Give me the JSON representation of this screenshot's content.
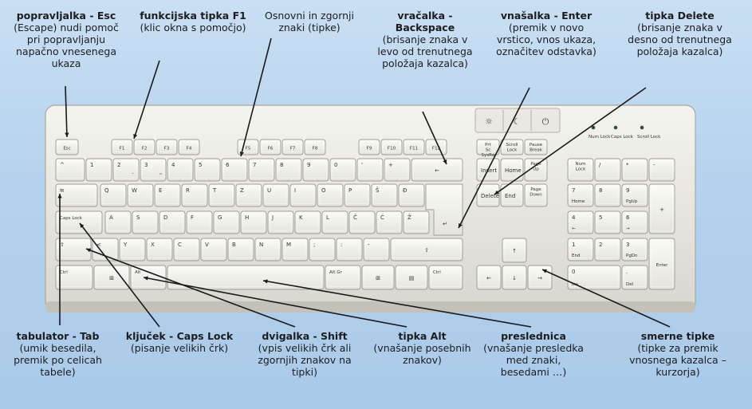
{
  "callouts_top": [
    {
      "id": "esc",
      "title": "popravljalka - Esc",
      "lines": [
        "(Escape) nudi pomoč",
        "pri popravljanju",
        "napačno vnesenega",
        "ukaza"
      ]
    },
    {
      "id": "f1",
      "title": "funkcijska tipka F1",
      "lines": [
        "(klic okna s pomočjo)"
      ]
    },
    {
      "id": "chars",
      "title": "",
      "lines": [
        "Osnovni in zgornji",
        "znaki (tipke)"
      ]
    },
    {
      "id": "backspace",
      "title": "vračalka -",
      "title2": "Backspace",
      "lines": [
        "(brisanje znaka v",
        "levo od trenutnega",
        "položaja kazalca)"
      ]
    },
    {
      "id": "enter",
      "title": "vnašalka - Enter",
      "lines": [
        "(premik v novo",
        "vrstico, vnos ukaza,",
        "označitev odstavka)"
      ]
    },
    {
      "id": "delete",
      "title": "tipka Delete",
      "lines": [
        "(brisanje znaka v",
        "desno od trenutnega",
        "položaja kazalca)"
      ]
    }
  ],
  "callouts_bottom": [
    {
      "id": "tab",
      "title": "tabulator - Tab",
      "lines": [
        "(umik besedila,",
        "premik po celicah",
        "tabele)"
      ]
    },
    {
      "id": "caps",
      "title": "ključek - Caps Lock",
      "lines": [
        "(pisanje velikih črk)"
      ]
    },
    {
      "id": "shift",
      "title": "dvigalka - Shift",
      "lines": [
        "(vpis velikih črk ali",
        "zgornjih znakov na",
        "tipki)"
      ]
    },
    {
      "id": "alt",
      "title": "tipka Alt",
      "lines": [
        "(vnašanje posebnih",
        "znakov)"
      ]
    },
    {
      "id": "space",
      "title": "preslednica",
      "lines": [
        "(vnašanje presledka",
        "med znaki,",
        "besedami …)"
      ]
    },
    {
      "id": "arrows",
      "title": "smerne tipke",
      "lines": [
        "(tipke za premik",
        "vnosnega kazalca –",
        "kurzorja)"
      ]
    }
  ],
  "indicators": [
    "Num Lock",
    "Caps Lock",
    "Scroll Lock"
  ],
  "keys": {
    "esc": "Esc",
    "fkeys": [
      "F1",
      "F2",
      "F3",
      "F4",
      "F5",
      "F6",
      "F7",
      "F8",
      "F9",
      "F10",
      "F11",
      "F12"
    ],
    "sys": [
      "Prt Sc SysRq",
      "Scroll Lock",
      "Pause Break"
    ],
    "nav_top": [
      "Insert",
      "Home",
      "Page Up"
    ],
    "nav_bot": [
      "Delete",
      "End",
      "Page Down"
    ],
    "row_q": [
      "Q",
      "W",
      "E",
      "R",
      "T",
      "Z",
      "U",
      "I",
      "O",
      "P",
      "Š",
      "Đ"
    ],
    "row_a": [
      "A",
      "S",
      "D",
      "F",
      "G",
      "H",
      "J",
      "K",
      "L",
      "Č",
      "Ć",
      "Ž"
    ],
    "row_y": [
      "Y",
      "X",
      "C",
      "V",
      "B",
      "N",
      "M",
      ";",
      ":",
      "-"
    ],
    "row_num": [
      "1",
      "2",
      "3",
      "4",
      "5",
      "6",
      "7",
      "8",
      "9",
      "0",
      "'",
      "+"
    ],
    "caps": "Caps Lock",
    "ctrl": "Ctrl",
    "altgr": "Alt Gr",
    "ctrl_r": "Ctrl",
    "num_top": [
      "Num Lock",
      "/",
      "*",
      "-"
    ],
    "num_r1": [
      "7",
      "8",
      "9",
      "+"
    ],
    "num_r1_sub": [
      "Home",
      "",
      "PgUp",
      ""
    ],
    "num_r2": [
      "4",
      "5",
      "6"
    ],
    "num_r3": [
      "1",
      "2",
      "3",
      "Enter"
    ],
    "num_r3_sub": [
      "End",
      "",
      "PgDn",
      ""
    ],
    "num_r4": [
      "0",
      "."
    ],
    "num_r4_sub": [
      "Ins",
      "Del"
    ]
  }
}
